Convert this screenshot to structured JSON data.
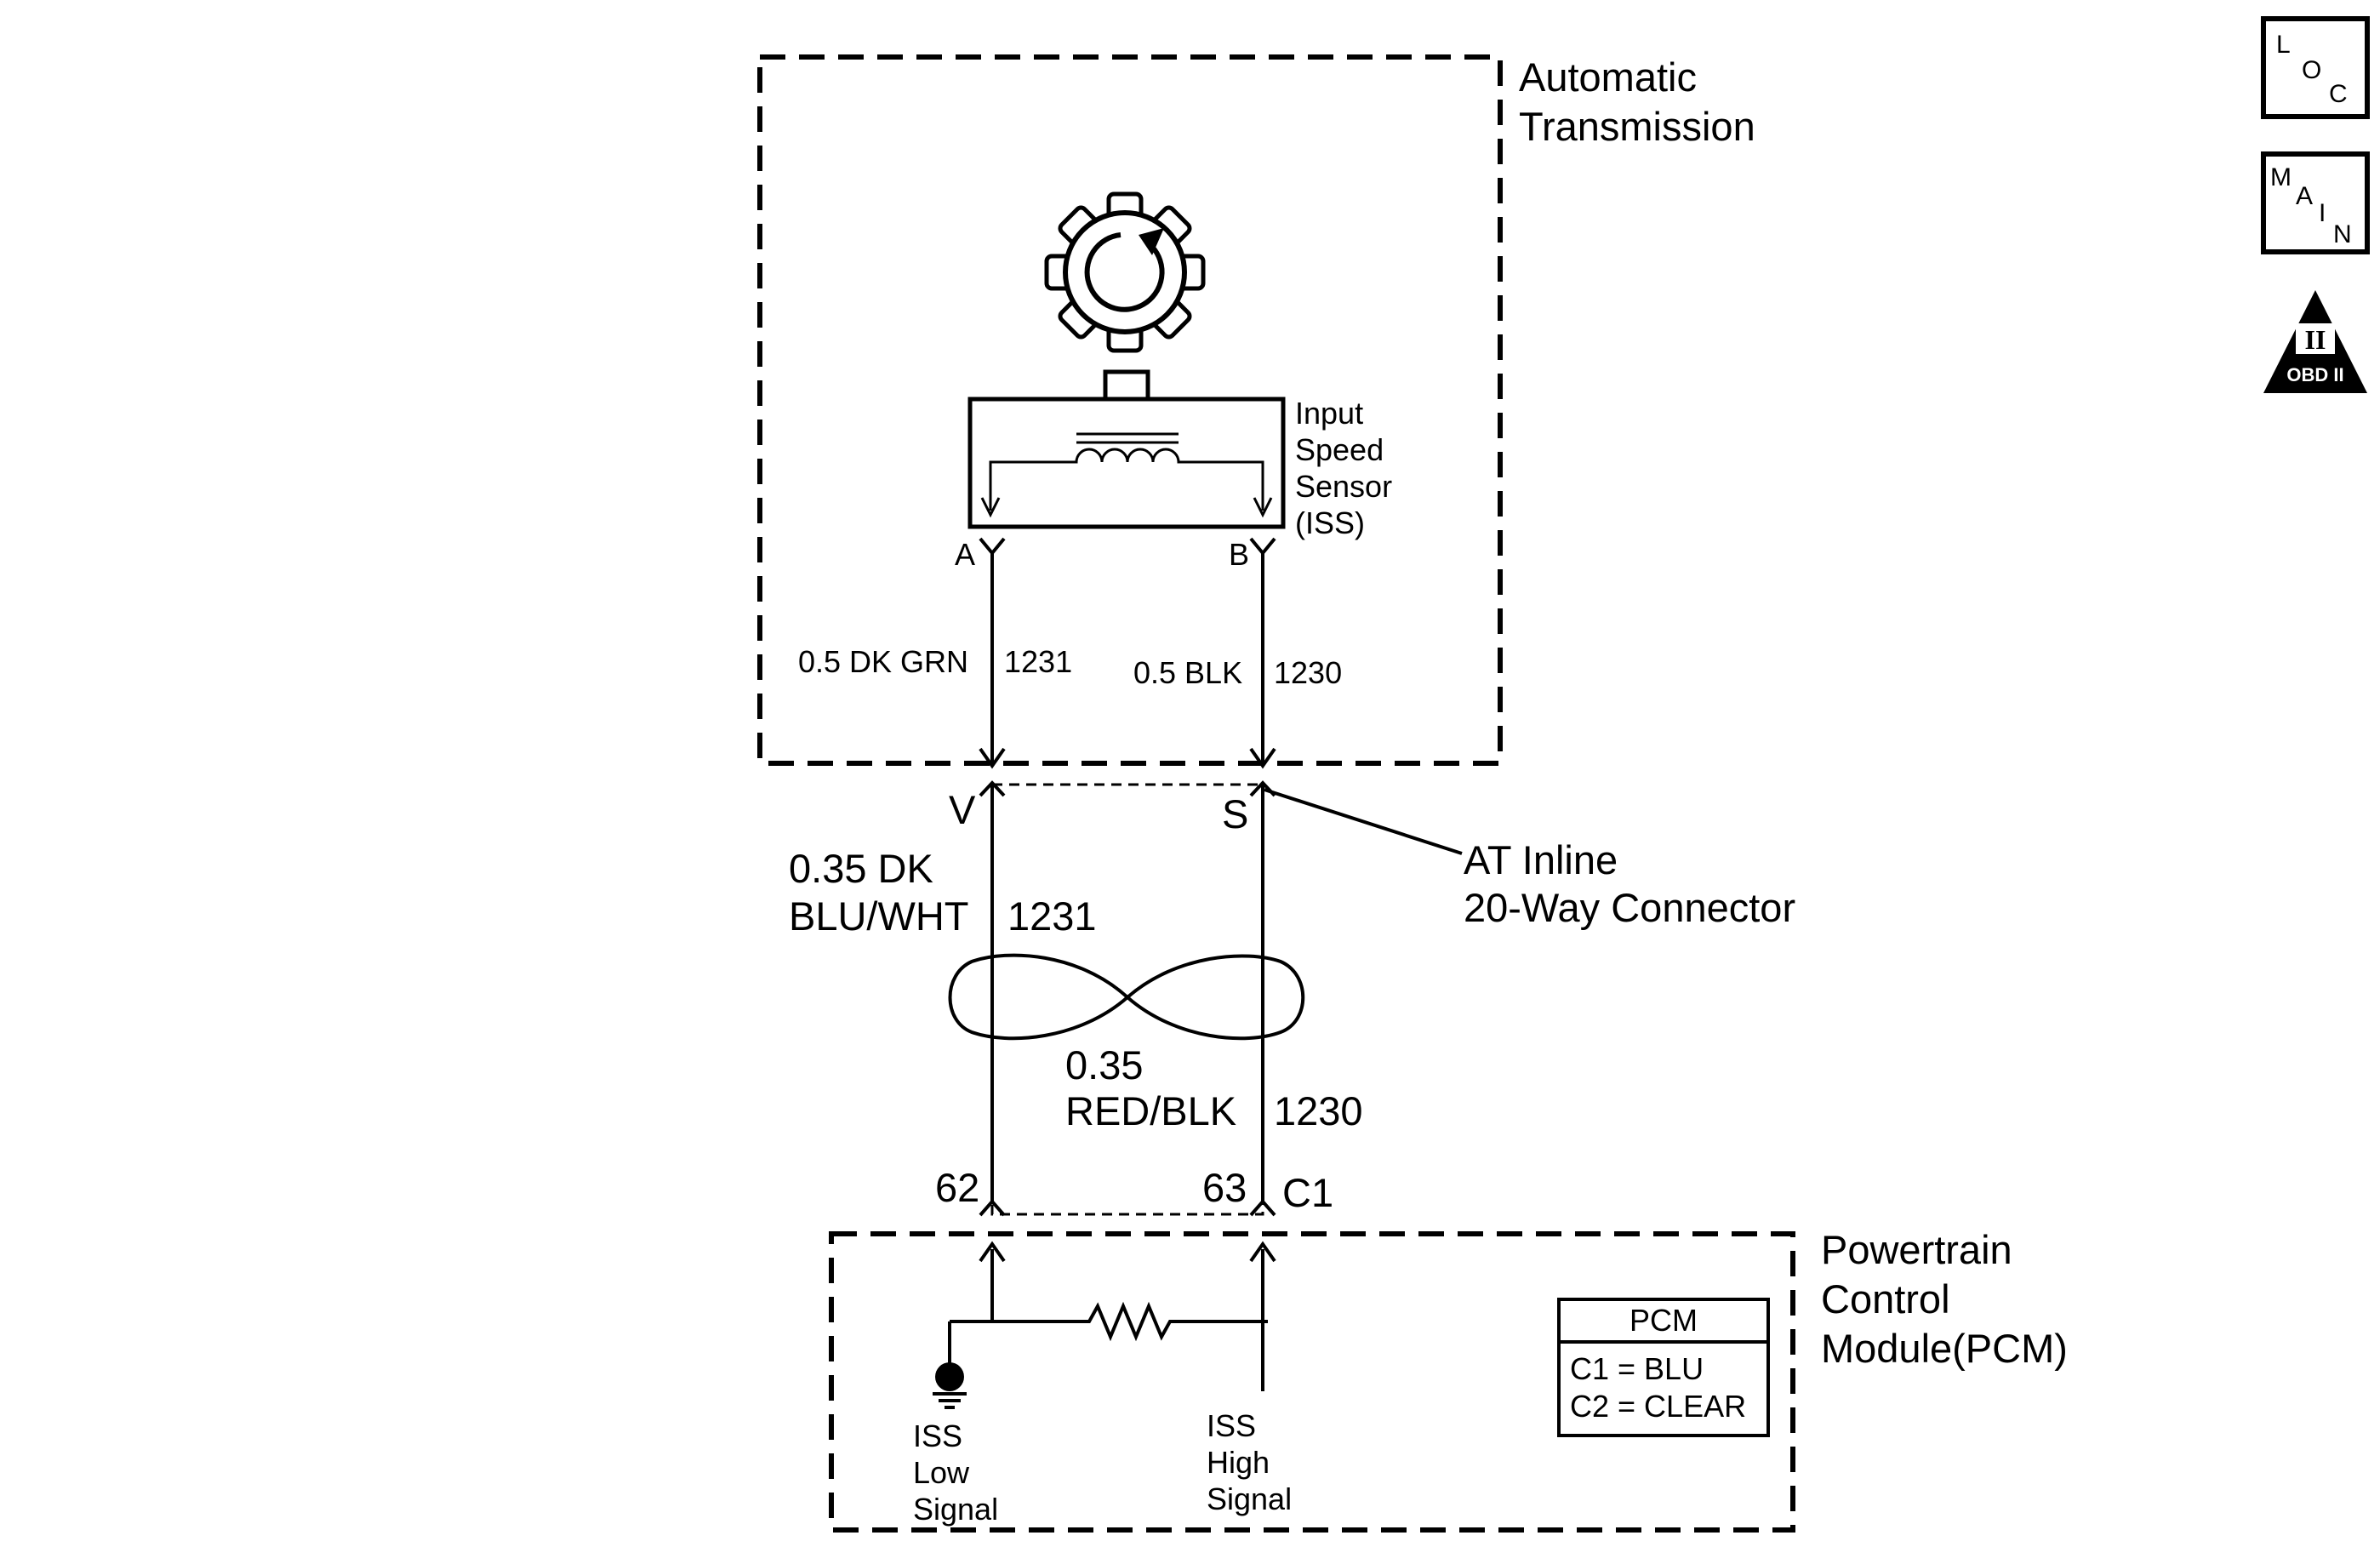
{
  "transmission": {
    "label_line1": "Automatic",
    "label_line2": "Transmission"
  },
  "sensor": {
    "label_line1": "Input",
    "label_line2": "Speed",
    "label_line3": "Sensor",
    "label_line4": "(ISS)",
    "pin_a": "A",
    "pin_b": "B"
  },
  "wires_upper": {
    "left_color": "0.5 DK GRN",
    "left_circuit": "1231",
    "right_color": "0.5 BLK",
    "right_circuit": "1230"
  },
  "inline_connector": {
    "pin_v": "V",
    "pin_s": "S",
    "label_line1": "AT Inline",
    "label_line2": "20-Way Connector"
  },
  "wires_lower": {
    "left_gauge": "0.35 DK",
    "left_color": "BLU/WHT",
    "left_circuit": "1231",
    "right_gauge": "0.35",
    "right_color": "RED/BLK",
    "right_circuit": "1230"
  },
  "pcm_connector": {
    "pin_left": "62",
    "pin_right": "63",
    "connector_id": "C1"
  },
  "pcm": {
    "label_line1": "Powertrain",
    "label_line2": "Control",
    "label_line3": "Module(PCM)",
    "table_title": "PCM",
    "table_row1": "C1 = BLU",
    "table_row2": "C2 = CLEAR",
    "iss_low_line1": "ISS",
    "iss_low_line2": "Low",
    "iss_low_line3": "Signal",
    "iss_high_line1": "ISS",
    "iss_high_line2": "High",
    "iss_high_line3": "Signal"
  },
  "nav_icons": {
    "loc_l": "L",
    "loc_o": "O",
    "loc_c": "C",
    "main_m": "M",
    "main_a": "A",
    "main_i": "I",
    "main_n": "N",
    "obd_roman": "II",
    "obd_label": "OBD II"
  },
  "icons": [
    "gear-wheel-icon",
    "ground-icon",
    "resistor-icon",
    "twisted-pair-icon",
    "loc-icon",
    "main-icon",
    "obd2-icon"
  ]
}
